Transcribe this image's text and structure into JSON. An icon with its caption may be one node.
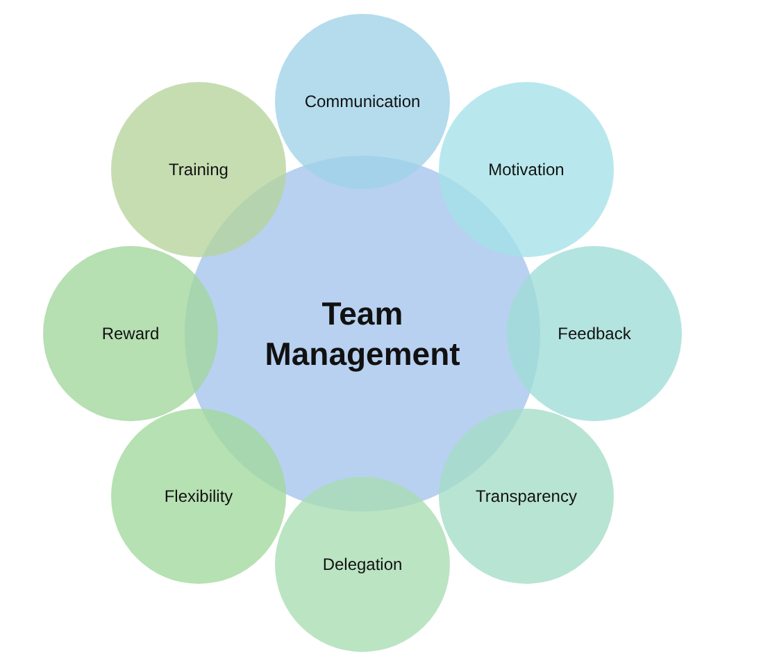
{
  "diagram": {
    "nodes": [
      {
        "text": [
          "Team Management"
        ]
      },
      {
        "text": [
          "Communication"
        ]
      },
      {
        "text": [
          "Motivation"
        ]
      },
      {
        "text": [
          "Feedback"
        ]
      },
      {
        "text": [
          "Transparency"
        ]
      },
      {
        "text": [
          "Delegation"
        ]
      },
      {
        "text": [
          "Flexibility"
        ]
      },
      {
        "text": [
          "Reward"
        ]
      },
      {
        "text": [
          "Training"
        ]
      }
    ]
  }
}
